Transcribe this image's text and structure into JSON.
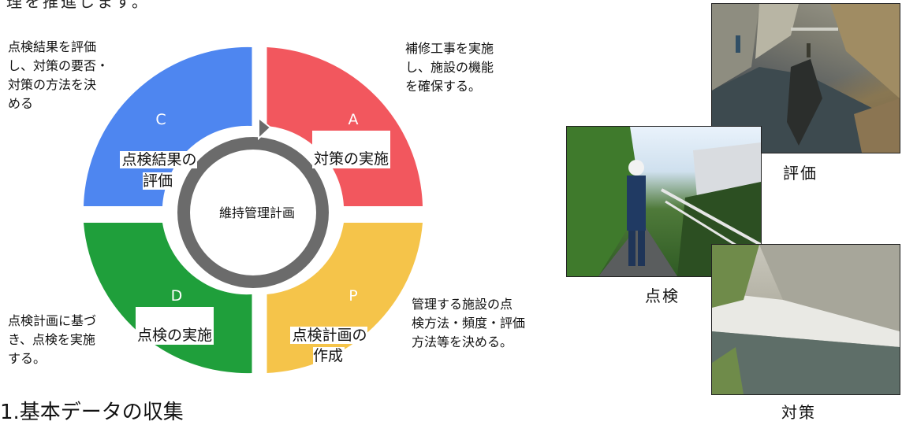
{
  "intro_text_fragment": "理を推進します。",
  "section_heading": "1.基本データの収集",
  "cycle": {
    "center_label": "維持管理計画",
    "quadrants": [
      {
        "id": "A",
        "letter": "A",
        "title": "対策の実施",
        "color": "#F2575E",
        "description": "補修工事を実施\nし、施設の機能\nを確保する。"
      },
      {
        "id": "P",
        "letter": "P",
        "title": "点検計画の\n作成",
        "color": "#F5C44A",
        "description": "管理する施設の点\n検方法・頻度・評価\n方法等を決める。"
      },
      {
        "id": "D",
        "letter": "D",
        "title": "点検の実施",
        "color": "#1F9F3B",
        "description": "点検計画に基づ\nき、点検を実施\nする。"
      },
      {
        "id": "C",
        "letter": "C",
        "title": "点検結果の\n評価",
        "color": "#4E86F0",
        "description": "点検結果を評価\nし、対策の要否・\n対策の方法を決\nめる"
      }
    ]
  },
  "photos": {
    "evaluation_label": "評価",
    "inspection_label": "点検",
    "countermeasure_label": "対策"
  }
}
